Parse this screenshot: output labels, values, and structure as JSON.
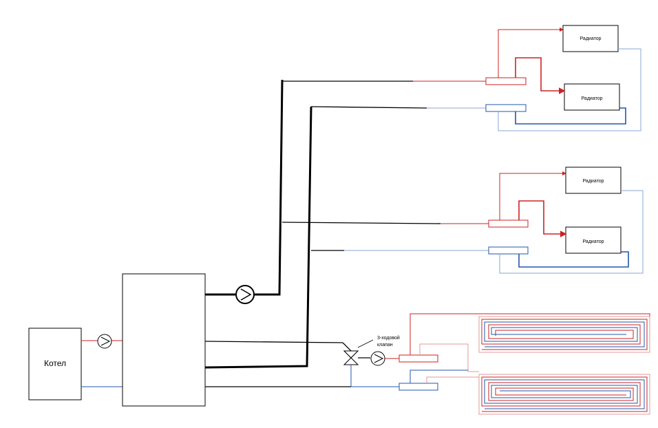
{
  "boiler": {
    "label": "Котел"
  },
  "radiators": [
    {
      "label": "Радиатор"
    },
    {
      "label": "Радиатор"
    },
    {
      "label": "Радиатор"
    },
    {
      "label": "Радиатор"
    }
  ],
  "mixing_valve": {
    "label_line1": "3-ходовой",
    "label_line2": "клапан"
  },
  "colors": {
    "supply": "#cc2222",
    "return": "#2255aa",
    "return_light": "#8aa4d0",
    "main_line": "#000000"
  },
  "icons": [
    "pump-icon",
    "three-way-valve-icon",
    "arrow-icon"
  ]
}
